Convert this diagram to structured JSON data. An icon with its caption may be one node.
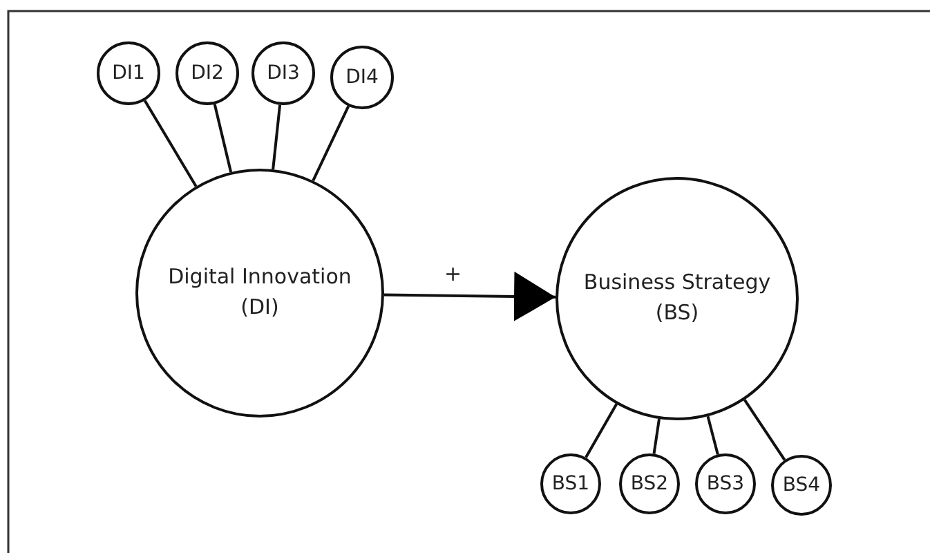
{
  "diagram": {
    "nodes": [
      {
        "text": [
          "DI1"
        ]
      },
      {
        "text": [
          "DI2"
        ]
      },
      {
        "text": [
          "DI3"
        ]
      },
      {
        "text": [
          "DI4"
        ]
      },
      {
        "text": [
          "Digital Innovation (DI)"
        ]
      },
      {
        "text": [
          "Business Strategy (BS)"
        ]
      },
      {
        "text": [
          "BS1"
        ]
      },
      {
        "text": [
          "BS2"
        ]
      },
      {
        "text": [
          "BS3"
        ]
      },
      {
        "text": [
          "BS4"
        ]
      }
    ],
    "edges": [
      {
        "from": 0,
        "to": 4,
        "arrow": "none"
      },
      {
        "from": 1,
        "to": 4,
        "arrow": "none"
      },
      {
        "from": 2,
        "to": 4,
        "arrow": "none"
      },
      {
        "from": 3,
        "to": 4,
        "arrow": "none"
      },
      {
        "from": 4,
        "to": 5,
        "arrow": "to",
        "label": "+"
      },
      {
        "from": 5,
        "to": 6,
        "arrow": "none"
      },
      {
        "from": 5,
        "to": 7,
        "arrow": "none"
      },
      {
        "from": 5,
        "to": 8,
        "arrow": "none"
      },
      {
        "from": 5,
        "to": 9,
        "arrow": "none"
      }
    ]
  }
}
